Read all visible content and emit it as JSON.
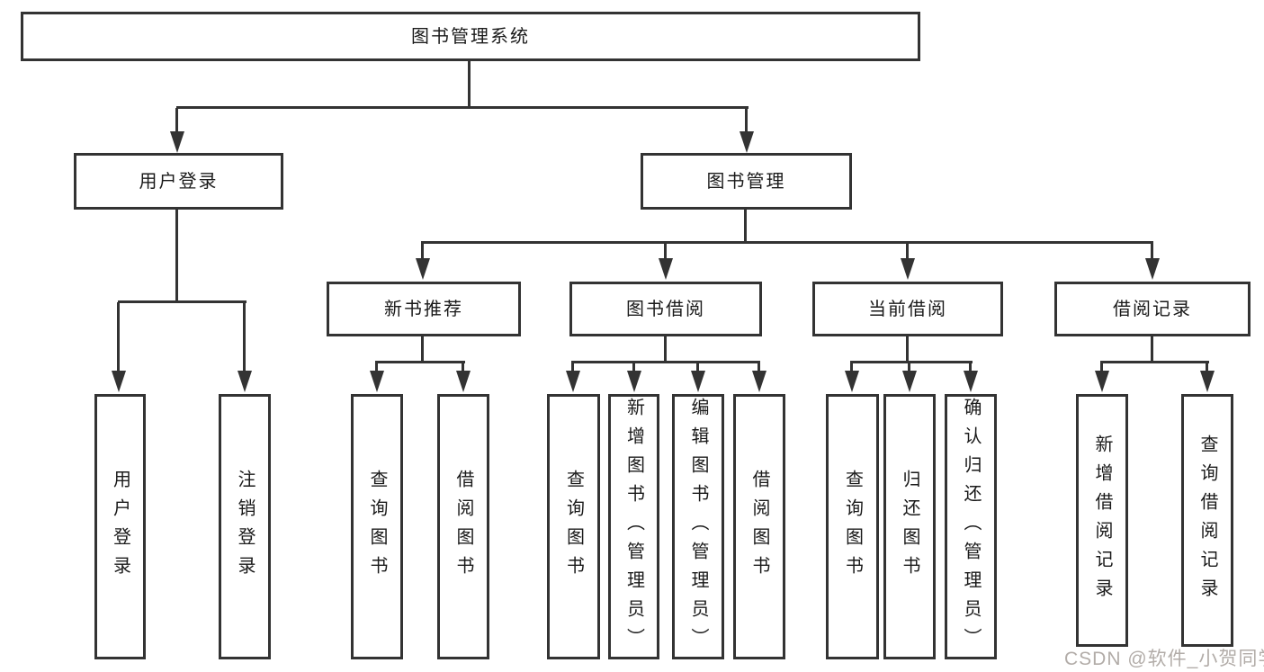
{
  "diagram_type": "hierarchy-tree",
  "tree": {
    "label": "图书管理系统",
    "children": [
      {
        "label": "用户登录",
        "children": [
          {
            "label": "用户登录"
          },
          {
            "label": "注销登录"
          }
        ]
      },
      {
        "label": "图书管理",
        "children": [
          {
            "label": "新书推荐",
            "children": [
              {
                "label": "查询图书"
              },
              {
                "label": "借阅图书"
              }
            ]
          },
          {
            "label": "图书借阅",
            "children": [
              {
                "label": "查询图书"
              },
              {
                "label": "新增图书（管理员）"
              },
              {
                "label": "编辑图书（管理员）"
              },
              {
                "label": "借阅图书"
              }
            ]
          },
          {
            "label": "当前借阅",
            "children": [
              {
                "label": "查询图书"
              },
              {
                "label": "归还图书"
              },
              {
                "label": "确认归还（管理员）"
              }
            ]
          },
          {
            "label": "借阅记录",
            "children": [
              {
                "label": "新增借阅记录"
              },
              {
                "label": "查询借阅记录"
              }
            ]
          }
        ]
      }
    ]
  },
  "watermark": "CSDN @软件_小贺同学",
  "colors": {
    "line": "#333333",
    "border": "#333333",
    "text": "#1a1a1a",
    "watermark": "#aaa49f",
    "bg": "#ffffff"
  }
}
